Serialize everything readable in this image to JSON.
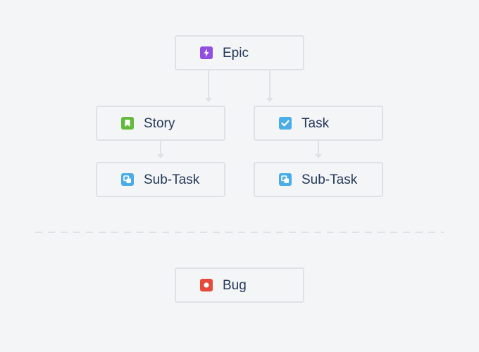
{
  "colors": {
    "background": "#f4f5f7",
    "node_border": "#dfe1e6",
    "connector": "#dfe1e6",
    "text": "#253858",
    "epic": "#904ee2",
    "story": "#63ba3c",
    "task": "#4bade8",
    "subtask": "#4bade8",
    "bug": "#e5493a"
  },
  "hierarchy": {
    "epic": {
      "label": "Epic",
      "icon": "lightning-bolt-icon"
    },
    "story": {
      "label": "Story",
      "icon": "bookmark-icon"
    },
    "task": {
      "label": "Task",
      "icon": "checkbox-check-icon"
    },
    "story_subtask": {
      "label": "Sub-Task",
      "icon": "subtask-squares-icon"
    },
    "task_subtask": {
      "label": "Sub-Task",
      "icon": "subtask-squares-icon"
    }
  },
  "standalone": {
    "bug": {
      "label": "Bug",
      "icon": "bug-dot-icon"
    }
  }
}
